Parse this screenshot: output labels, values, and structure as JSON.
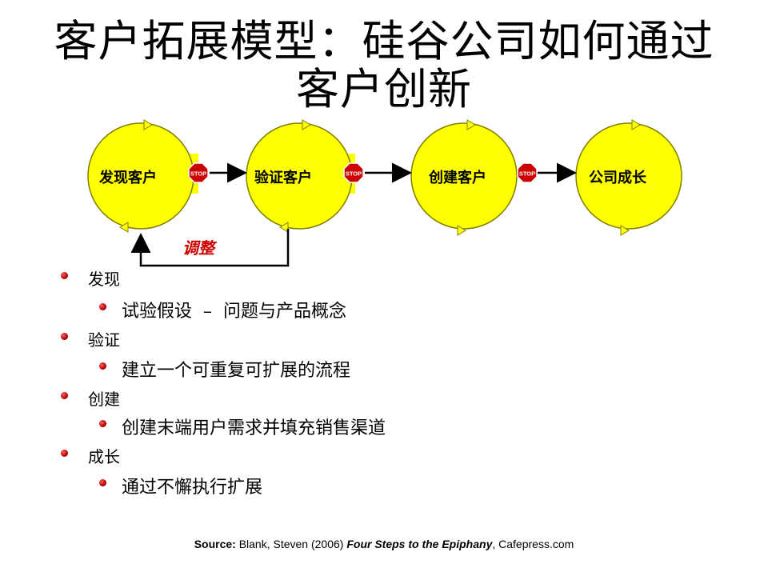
{
  "title": {
    "line1": "客户拓展模型：硅谷公司如何通过",
    "line2": "客户创新"
  },
  "diagram": {
    "stages": [
      "发现客户",
      "验证客户",
      "创建客户",
      "公司成长"
    ],
    "stop_text": "STOP",
    "adjust_label": "调整",
    "colors": {
      "circle_fill": "#ffff00",
      "circle_stroke": "#808000",
      "stop_red": "#cc0000",
      "adjust_text": "#cc0000",
      "arrow": "#000000"
    }
  },
  "list": {
    "items": [
      {
        "level": 1,
        "text": "发现"
      },
      {
        "level": 2,
        "text": "试验假设  –  问题与产品概念"
      },
      {
        "level": 1,
        "text": "验证"
      },
      {
        "level": 2,
        "text": "建立一个可重复可扩展的流程"
      },
      {
        "level": 1,
        "text": "创建"
      },
      {
        "level": 2,
        "text": "创建末端用户需求并填充销售渠道"
      },
      {
        "level": 1,
        "text": "成长"
      },
      {
        "level": 2,
        "text": "通过不懈执行扩展"
      }
    ]
  },
  "source": {
    "prefix": "Source:",
    "author": " Blank, Steven (2006) ",
    "book": "Four Steps to the Epiphany",
    "suffix": ", Cafepress.com"
  }
}
